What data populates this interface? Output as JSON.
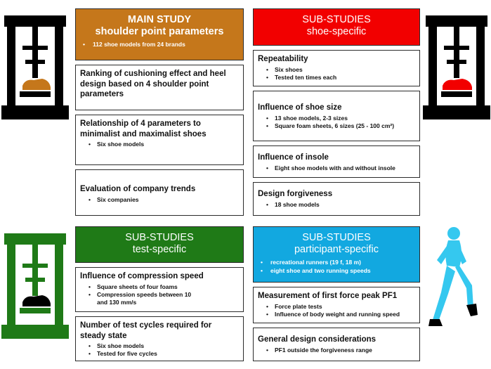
{
  "main": {
    "title": "MAIN STUDY",
    "subtitle": "shoulder point parameters",
    "bullet": "112 shoe models from 24 brands",
    "boxes": [
      {
        "title": "Ranking of cushioning effect and heel design based on 4 shoulder point parameters",
        "bullets": []
      },
      {
        "title": "Relationship of 4 parameters to minimalist and maximalist shoes",
        "bullets": [
          "Six shoe models"
        ]
      },
      {
        "title": "Evaluation of company trends",
        "bullets": [
          "Six companies"
        ]
      }
    ]
  },
  "shoe": {
    "title": "SUB-STUDIES",
    "subtitle": "shoe-specific",
    "boxes": [
      {
        "title": "Repeatability",
        "bullets": [
          "Six shoes",
          "Tested ten times each"
        ]
      },
      {
        "title": "Influence of shoe size",
        "bullets": [
          "13 shoe models, 2-3 sizes",
          "Square foam sheets, 6 sizes (25 - 100 cm²)"
        ]
      },
      {
        "title": "Influence of insole",
        "bullets": [
          "Eight shoe models with and without insole"
        ]
      },
      {
        "title": "Design forgiveness",
        "bullets": [
          "18 shoe models"
        ]
      }
    ]
  },
  "test": {
    "title": "SUB-STUDIES",
    "subtitle": "test-specific",
    "boxes": [
      {
        "title": "Influence of compression speed",
        "bullets": [
          "Square sheets of four foams",
          "Compression speeds between 10 and 130 mm/s"
        ]
      },
      {
        "title": "Number of test cycles required for steady state",
        "bullets": [
          "Six shoe models",
          "Tested for five cycles"
        ]
      }
    ]
  },
  "participant": {
    "title": "SUB-STUDIES",
    "subtitle": "participant-specific",
    "bullets": [
      "recreational runners (19 f, 18 m)",
      "eight shoe and two running speeds"
    ],
    "boxes": [
      {
        "title": "Measurement of first force peak PF1",
        "bullets": [
          "Force plate tests",
          "Influence of body weight and running speed"
        ]
      },
      {
        "title": "General design considerations",
        "bullets": [
          "PF1 outside the forgiveness range"
        ]
      }
    ]
  },
  "colors": {
    "main": "#c5771b",
    "shoe": "#f20000",
    "test": "#1f7a17",
    "participant": "#12a8e0",
    "machine_black": "#000000",
    "machine_green": "#1f7a17"
  },
  "icons": [
    "test-machine-icon",
    "shoe-icon",
    "runner-icon"
  ]
}
